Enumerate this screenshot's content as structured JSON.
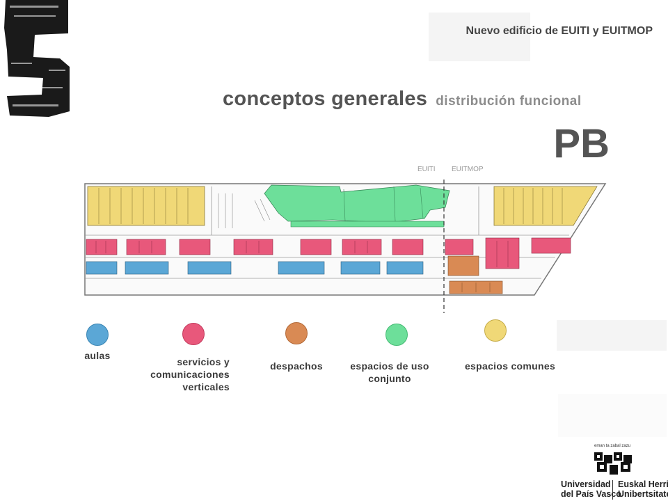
{
  "header": {
    "title": "Nuevo edificio de EUITI y EUITMOP"
  },
  "section": {
    "number": "5",
    "title": "conceptos generales",
    "subtitle": "distribución funcional"
  },
  "floor": {
    "label": "PB",
    "split_left": "EUITI",
    "split_right": "EUITMOP"
  },
  "colors": {
    "aulas": "#5ba7d6",
    "servicios": "#e8587b",
    "despachos": "#d98a54",
    "uso_conjunto": "#6ddf9a",
    "comunes": "#f0d877"
  },
  "legend": [
    {
      "key": "aulas",
      "label": "aulas"
    },
    {
      "key": "servicios",
      "label": "servicios y comunicaciones verticales"
    },
    {
      "key": "despachos",
      "label": "despachos"
    },
    {
      "key": "uso_conjunto",
      "label": "espacios de uso conjunto"
    },
    {
      "key": "comunes",
      "label": "espacios comunes"
    }
  ],
  "logo": {
    "motto": "eman ta zabal zazu",
    "name_es_1": "Universidad",
    "name_es_2": "del País Vasco",
    "name_eu_1": "Euskal Herriko",
    "name_eu_2": "Unibertsitatea"
  }
}
